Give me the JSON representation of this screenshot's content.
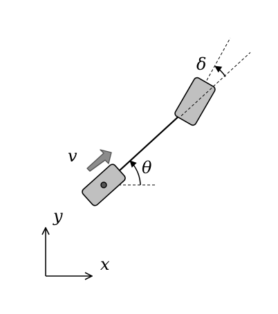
{
  "labels": {
    "velocity": "v",
    "heading": "θ",
    "steering": "δ",
    "x_axis": "x",
    "y_axis": "y"
  },
  "colors": {
    "stroke": "#000000",
    "wheel_fill": "#c0c0c0",
    "arrow_fill": "#8c8c8c",
    "arrow_stroke": "#555555",
    "background": "#ffffff"
  }
}
